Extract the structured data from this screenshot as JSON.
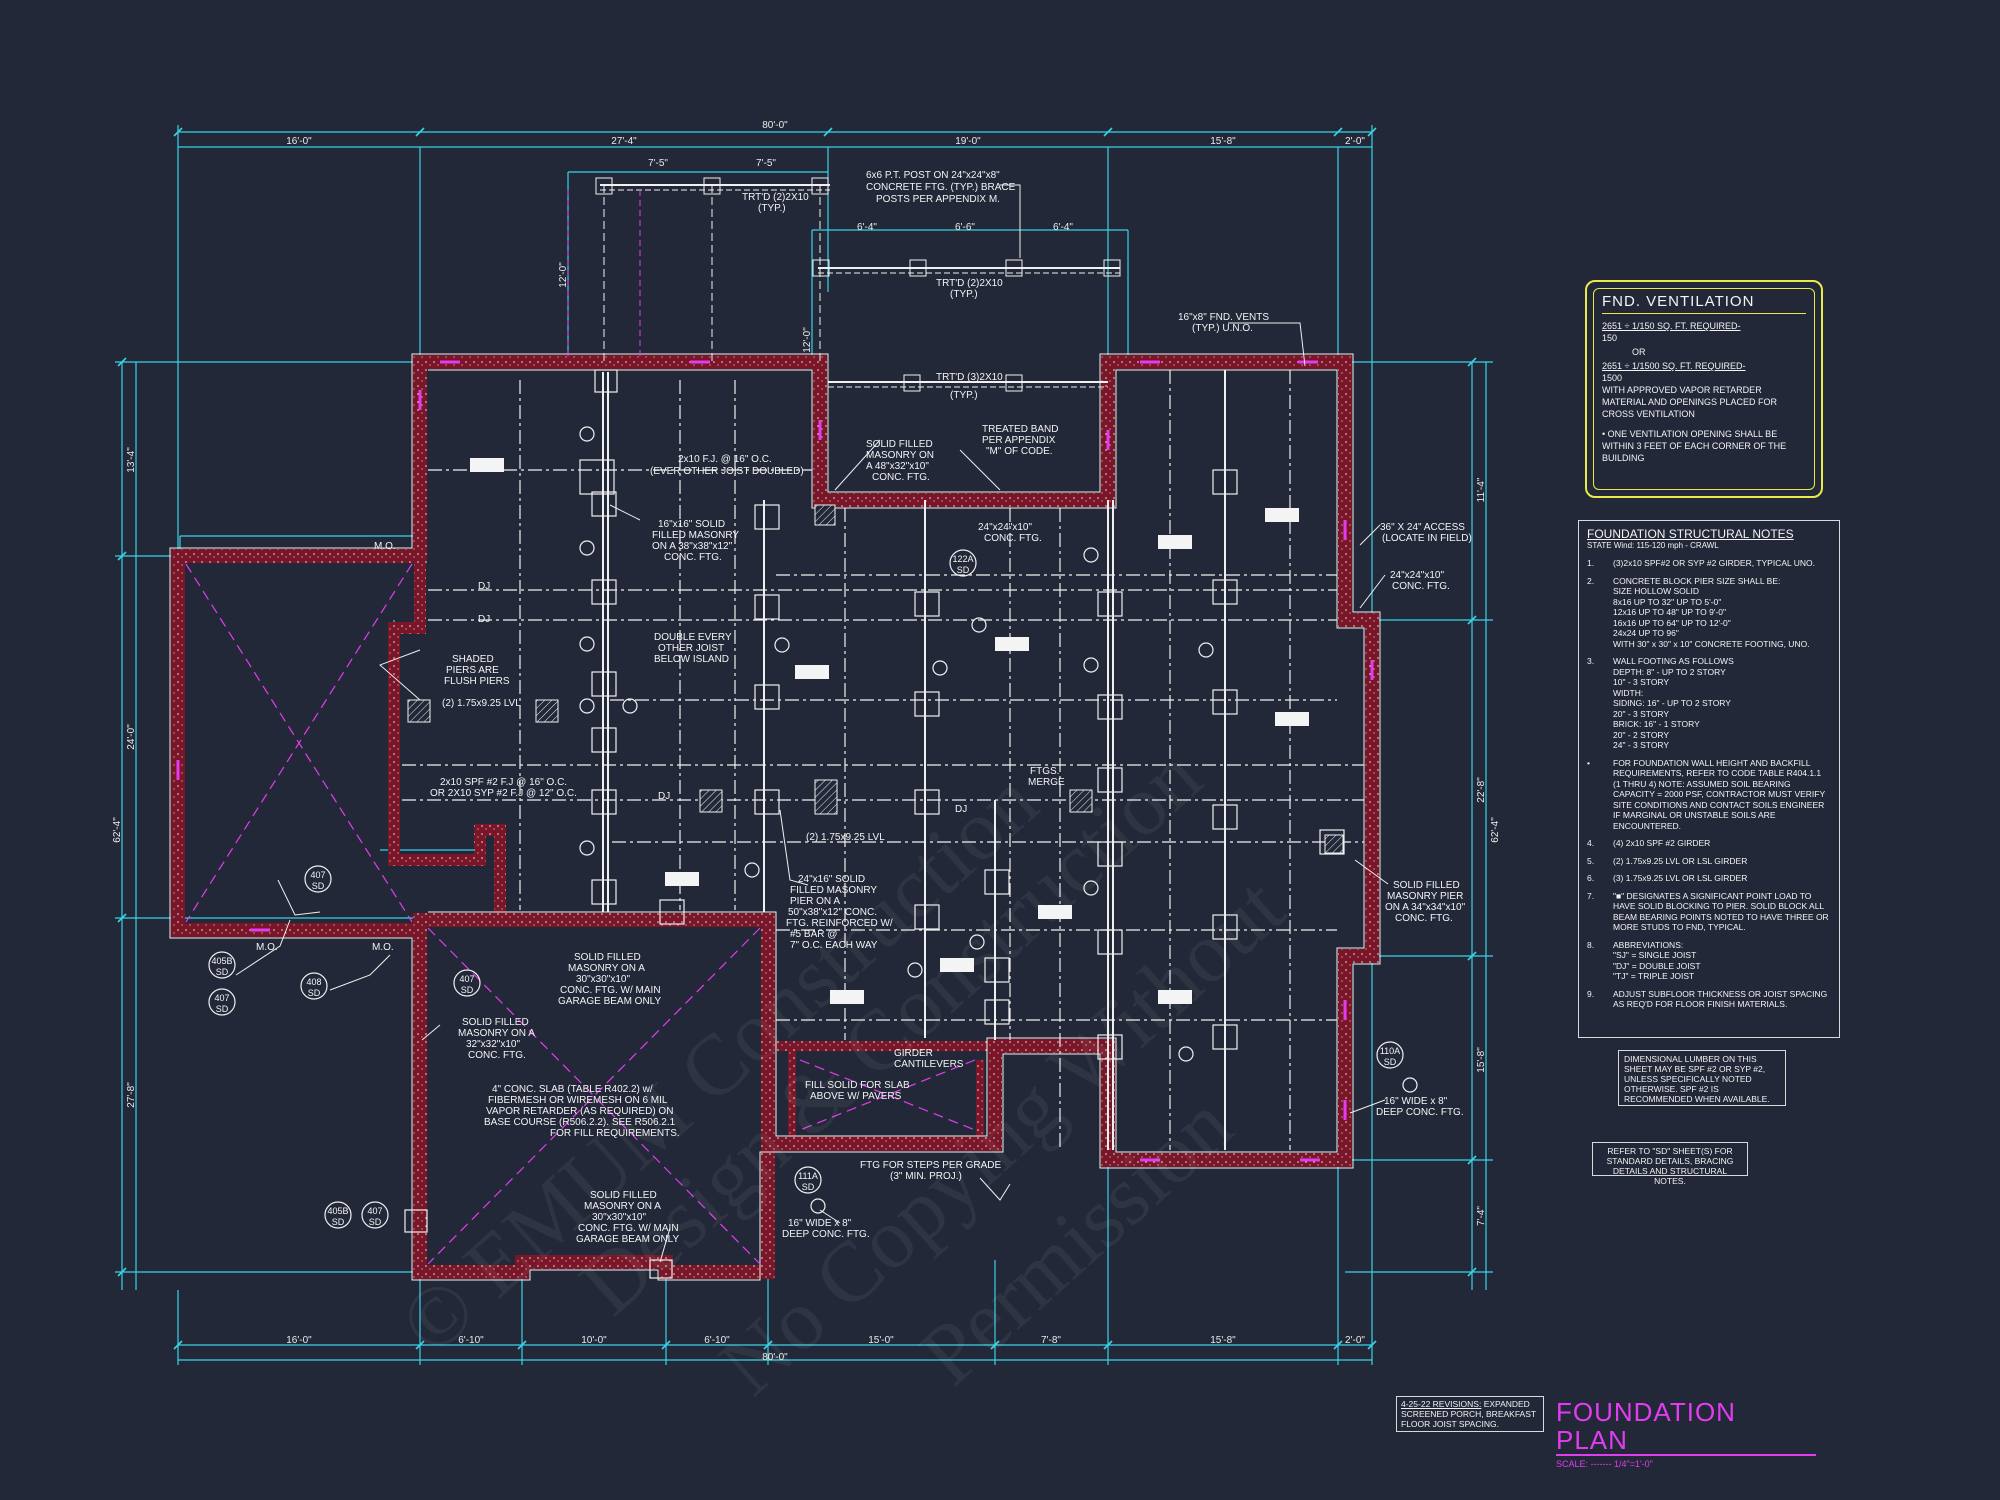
{
  "title": {
    "main": "FOUNDATION PLAN",
    "scale": "SCALE: ------- 1/4\"=1'-0\""
  },
  "revision": {
    "heading": "4-25-22 REVISIONS:",
    "text": "EXPANDED SCREENED PORCH, BREAKFAST FLOOR JOIST SPACING."
  },
  "ventilation": {
    "title": "FND. VENTILATION",
    "line1": "2651 ÷ 1/150 SQ. FT. REQUIRED-",
    "line1b": "150",
    "or": "OR",
    "line2": "2651 ÷ 1/1500 SQ. FT. REQUIRED-",
    "line2b": "1500",
    "line3": "WITH APPROVED VAPOR RETARDER MATERIAL AND OPENINGS PLACED FOR CROSS VENTILATION",
    "line4": "• ONE VENTILATION OPENING SHALL BE WITHIN 3 FEET OF EACH CORNER OF THE BUILDING"
  },
  "notes": {
    "title": "FOUNDATION STRUCTURAL NOTES",
    "subtitle": "STATE Wind: 115-120 mph - CRAWL",
    "items": [
      {
        "n": "1.",
        "text": "(3)2x10 SPF#2 OR SYP #2 GIRDER, TYPICAL UNO."
      },
      {
        "n": "2.",
        "text": "CONCRETE BLOCK PIER SIZE SHALL BE:\nSIZE     HOLLOW      SOLID\n8x16     UP TO 32\"    UP TO 5'-0\"\n12x16    UP TO 48\"    UP TO 9'-0\"\n16x16    UP TO 64\"    UP TO 12'-0\"\n24x24    UP TO 96\"\nWITH 30\" x 30\" x 10\" CONCRETE FOOTING, UNO."
      },
      {
        "n": "3.",
        "text": "WALL FOOTING AS FOLLOWS\nDEPTH:   8\" - UP TO 2 STORY\n         10\" - 3 STORY\nWIDTH:\nSIDING:  16\" - UP TO 2 STORY\n         20\" - 3 STORY\nBRICK:   16\" - 1 STORY\n         20\" - 2 STORY\n         24\" - 3 STORY"
      },
      {
        "n": "•",
        "text": "FOR FOUNDATION WALL HEIGHT AND BACKFILL REQUIREMENTS, REFER TO CODE TABLE R404.1.1 (1 THRU 4) NOTE: ASSUMED SOIL BEARING CAPACITY = 2000 PSF, CONTRACTOR MUST VERIFY SITE CONDITIONS AND CONTACT SOILS ENGINEER IF MARGINAL OR UNSTABLE SOILS ARE ENCOUNTERED."
      },
      {
        "n": "4.",
        "text": "(4) 2x10 SPF #2 GIRDER"
      },
      {
        "n": "5.",
        "text": "(2) 1.75x9.25 LVL OR LSL GIRDER"
      },
      {
        "n": "6.",
        "text": "(3) 1.75x9.25 LVL OR LSL GIRDER"
      },
      {
        "n": "7.",
        "text": "\"■\" DESIGNATES A SIGNIFICANT POINT LOAD TO HAVE SOLID BLOCKING TO PIER. SOLID BLOCK ALL BEAM BEARING POINTS NOTED TO HAVE THREE OR MORE STUDS TO FND, TYPICAL."
      },
      {
        "n": "8.",
        "text": "ABBREVIATIONS:\n\"SJ\" = SINGLE JOIST\n\"DJ\" = DOUBLE JOIST\n\"TJ\" = TRIPLE JOIST"
      },
      {
        "n": "9.",
        "text": "ADJUST SUBFLOOR THICKNESS OR JOIST SPACING AS REQ'D FOR FLOOR FINISH MATERIALS."
      }
    ]
  },
  "dimensional_note": "DIMENSIONAL LUMBER ON THIS SHEET MAY BE SPF #2 OR SYP #2, UNLESS SPECIFICALLY NOTED OTHERWISE. SPF #2 IS RECOMMENDED WHEN AVAILABLE.",
  "refer_note": "REFER TO \"SD\" SHEET(S) FOR STANDARD DETAILS, BRACING DETAILS AND STRUCTURAL NOTES.",
  "dims": {
    "overall_top": "80'-0\"",
    "overall_bottom": "80'-0\"",
    "top": [
      "16'-0\"",
      "27'-4\"",
      "19'-0\"",
      "15'-8\"",
      "2'-0\""
    ],
    "bottom": [
      "16'-0\"",
      "6'-10\"",
      "10'-0\"",
      "6'-10\"",
      "15'-0\"",
      "7'-8\"",
      "15'-8\"",
      "2'-0\""
    ],
    "left": [
      "13'-4\"",
      "24'-0\"",
      "27'-8\"",
      "62'-4\""
    ],
    "right": [
      "11'-4\"",
      "22'-8\"",
      "15'-8\"",
      "7'-4\"",
      "62'-4\""
    ],
    "porch": [
      "7'-5\"",
      "7'-5\"",
      "6'-4\"",
      "6'-6\"",
      "6'-4\"",
      "12'-0\"",
      "12'-0\""
    ]
  },
  "callouts": [
    "6x6 P.T. POST ON 24\"x24\"x8\"",
    "CONCRETE FTG. (TYP.) BRACE",
    "POSTS PER APPENDIX M.",
    "TRT'D (2)2X10",
    "(TYP.)",
    "TRT'D (3)2X10",
    "16\"x8\" FND. VENTS",
    "(TYP.) U.N.O.",
    "SOLID FILLED",
    "MASONRY ON",
    "A 48\"x32\"x10\"",
    "CONC. FTG.",
    "TREATED BAND",
    "PER APPENDIX",
    "\"M\" OF CODE.",
    "2x10 F.J. @ 16\" O.C.",
    "(EVER OTHER JOIST DOUBLED)",
    "16\"x16\" SOLID",
    "FILLED MASONRY",
    "ON A 38\"x38\"x12\"",
    "24\"x24\"x10\"",
    "36\" X 24\" ACCESS",
    "(LOCATE IN FIELD)",
    "SHADED",
    "PIERS ARE",
    "FLUSH PIERS",
    "(2) 1.75x9.25 LVL",
    "DOUBLE EVERY",
    "OTHER JOIST",
    "BELOW ISLAND",
    "2x10 SPF #2 F.J @ 16\" O.C.",
    "OR 2X10 SYP #2 F.J @ 12\" O.C.",
    "FTGS.",
    "MERGE",
    "24\"x16\" SOLID",
    "FILLED MASONRY",
    "PIER ON A",
    "50\"x38\"x12\" CONC.",
    "FTG. REINFORCED W/",
    "#5 BAR @",
    "7\" O.C. EACH WAY",
    "SOLID FILLED",
    "MASONRY ON A",
    "30\"x30\"x10\"",
    "CONC. FTG. W/ MAIN",
    "GARAGE BEAM ONLY",
    "MASONRY PIER",
    "ON A 34\"x34\"x10\"",
    "32\"x32\"x10\"",
    "4\" CONC. SLAB (TABLE R402.2) w/",
    "FIBERMESH OR WIREMESH ON 6 MIL",
    "VAPOR RETARDER (AS REQUIRED) ON",
    "BASE COURSE (R506.2.2). SEE R506.2.1",
    "FOR FILL REQUIREMENTS.",
    "GIRDER",
    "CANTILEVERS",
    "FILL SOLID FOR SLAB",
    "ABOVE W/ PAVERS",
    "FTG FOR STEPS PER GRADE",
    "(3\" MIN. PROJ.)",
    "16\" WIDE x 8\"",
    "DEEP CONC. FTG.",
    "M.O.",
    "DJ"
  ],
  "tags": [
    "122A",
    "110A",
    "111A",
    "405B",
    "407",
    "408",
    "SD"
  ],
  "watermark": [
    "© EMUM Construction",
    "Design & Construction",
    "No Copying Without",
    "Permission"
  ],
  "colors": {
    "background": "#232838",
    "dimension": "#37d3e6",
    "wall": "#8c1a2c",
    "magenta": "#e23cf0",
    "highlight": "#e8ea4a",
    "line": "#f2f2f2"
  }
}
